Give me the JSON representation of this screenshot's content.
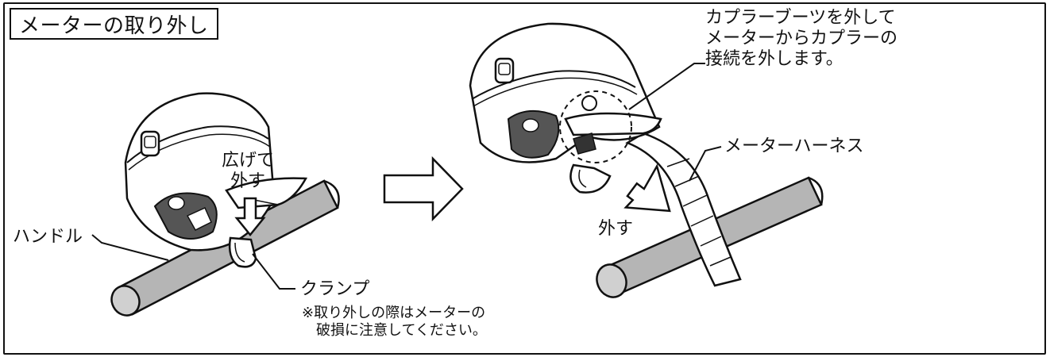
{
  "title": "メーターの取り外し",
  "labels": {
    "spread_1": "広げて",
    "spread_2": "外す",
    "handle": "ハンドル",
    "clamp": "クランプ",
    "note_1": "※取り外しの際はメーターの",
    "note_2": "破損に注意してください。",
    "coupler_1": "カプラーブーツを外して",
    "coupler_2": "メーターからカプラーの",
    "coupler_3": "接続を外します。",
    "harness": "メーターハーネス",
    "remove": "外す"
  }
}
